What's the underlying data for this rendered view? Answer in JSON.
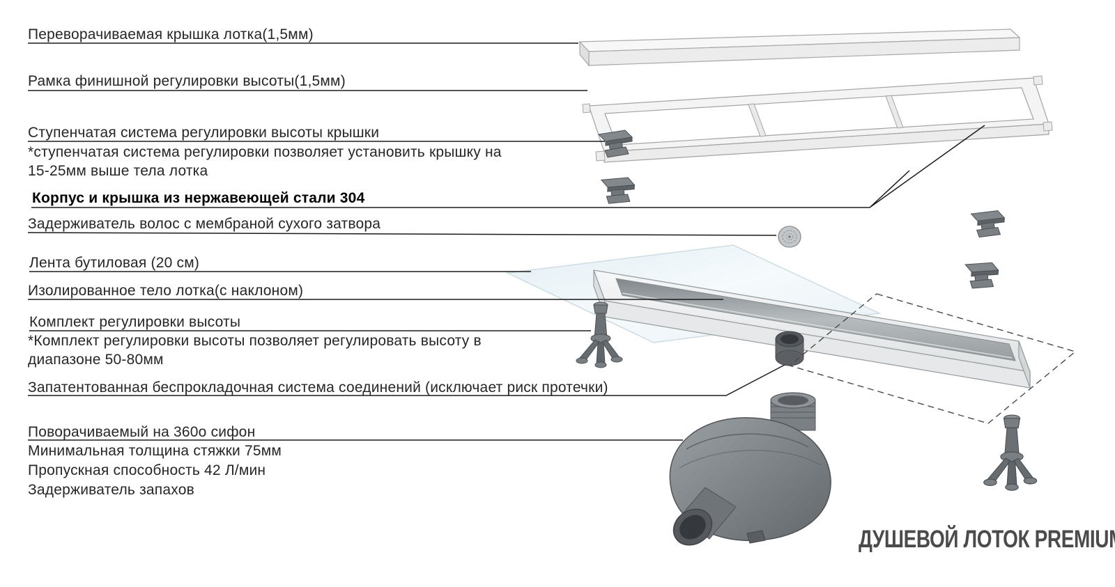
{
  "product_title": "ДУШЕВОЙ ЛОТОК PREMIUM",
  "callouts": [
    {
      "id": "cover",
      "label": "Переворачиваемая крышка лотка(1,5мм)",
      "notes": []
    },
    {
      "id": "frame",
      "label": "Рамка финишной регулировки высоты(1,5мм)",
      "notes": []
    },
    {
      "id": "step-system",
      "label": "Ступенчатая система регулировки высоты крышки",
      "notes": [
        "*ступенчатая система регулировки позволяет установить крышку на",
        "15-25мм выше тела лотка"
      ]
    },
    {
      "id": "steel",
      "label": "Корпус и крышка из нержавеющей стали 304",
      "notes": []
    },
    {
      "id": "hair-catcher",
      "label": "Задерживатель волос с мембраной сухого затвора",
      "notes": []
    },
    {
      "id": "butyl-tape",
      "label": "Лента бутиловая (20 см)",
      "notes": []
    },
    {
      "id": "body",
      "label": "Изолированное тело лотка(с наклоном)",
      "notes": []
    },
    {
      "id": "height-kit",
      "label": "Комплект регулировки высоты",
      "notes": [
        "*Комплект регулировки высоты позволяет регулировать высоту в",
        "диапазоне 50-80мм"
      ]
    },
    {
      "id": "gasketless",
      "label": "Запатентованная беспрокладочная система соединений (исключает риск протечки)",
      "notes": []
    },
    {
      "id": "siphon",
      "label": "Поворачиваемый на 360о сифон",
      "notes": [
        "Минимальная толщина стяжки 75мм",
        "Пропускная способность 42 Л/мин",
        "Задерживатель запахов"
      ]
    }
  ]
}
